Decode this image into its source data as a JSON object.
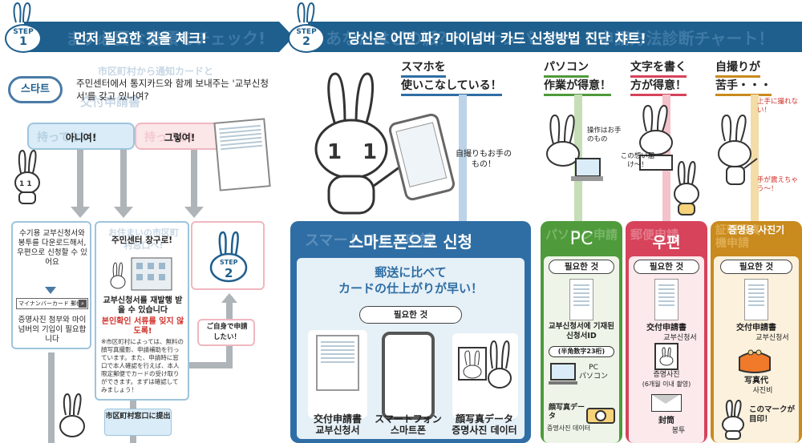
{
  "step1": {
    "badge_step": "STEP",
    "badge_num": "1",
    "ghost_title": "まず必要な書類をチェック!",
    "title": "먼저 필요한 것을 체크!"
  },
  "step2": {
    "badge_step": "STEP",
    "badge_num": "2",
    "ghost_title": "あなたはどの派？マイナンバーカード申請方法診断チャート！",
    "title": "당신은 어떤 파? 마이넘버 카드 신청방법 진단 챠트!"
  },
  "start": {
    "label": "스타트",
    "ghost_q": "市区町村から通知カードと一緒に送られてくる「交付申請書」を持っていますか？",
    "ghost_q_line1": "市区町村から通知カードと",
    "ghost_q_line2": "交付申請書",
    "question": "주민센터에서 통지카드와 함께 보내주는 '교부신청서'를 갖고 있나여?"
  },
  "answers": {
    "no_ghost": "持ってない!",
    "no": "아니여!",
    "yes_ghost": "持ってる!",
    "yes": "그렇여!"
  },
  "card_download": {
    "text": "수기용 교부신청서와 봉투를 다운로드해서, 우편으로 신청할 수 있어요",
    "search_placeholder": "マイナンバーカード 郵便",
    "text2": "증명사진 첨부와 마이넘버의 기입이 필요합니다"
  },
  "card_office": {
    "ghost": "お住まいの市区町村窓口へ!",
    "title": "주민센터 창구로!",
    "text": "교부신청서를 재발행 받을 수 있습니다",
    "warn": "본인확인 서류를 잊지 않도록!",
    "note": "※市区町村によっては、無料の顔写真撮影、申請補助を行っています。また、申請時に窓口で本人確認を行えば、本人限定郵便でカードの受け取りができます。まずは確認してみましょう！"
  },
  "card_step2": {
    "badge_step": "STEP",
    "badge_num": "2"
  },
  "self_apply": {
    "text": "ご自身で申請したい！"
  },
  "office_submit": {
    "text": "市区町村窓口に提出"
  },
  "topics": {
    "smartphone": [
      "スマホを",
      "使いこなしている！"
    ],
    "smartphone_note": "自撮りもお手のもの！",
    "pc": [
      "パソコン",
      "作業が得意！"
    ],
    "pc_note": "操作はお手のもの",
    "mail": [
      "文字を書く",
      "方が得意！"
    ],
    "mail_note": "この想い届け～！",
    "photo": [
      "自撮りが",
      "苦手・・・"
    ],
    "photo_note1": "上手に撮れない！",
    "photo_note2": "手が震えちゃう～！"
  },
  "col_smartphone": {
    "ghost": "スマートフォン申請",
    "title": "스마트폰으로 신청",
    "sub_line1": "郵送に比べて",
    "sub_line2": "カードの仕上がりが早い！",
    "need": "필요한 것",
    "items": [
      {
        "jp": "交付申請書",
        "ko": "교부신청서"
      },
      {
        "jp": "スマートフォン",
        "ko": "스마트폰"
      },
      {
        "jp": "顔写真データ",
        "ko": "증명사진 데이터"
      }
    ]
  },
  "col_pc": {
    "ghost": "パソコン申請",
    "title": "PC",
    "need": "필요한 것",
    "item1": "교부신청서에 기재된 신청서ID",
    "item1_tag": "(半角数字23桁)",
    "item2_jp": "PC",
    "item2_ko": "パソコン",
    "item3_jp": "顔写真データ",
    "item3_ko": "증명사진 데이터"
  },
  "col_mail": {
    "ghost": "郵便申請",
    "title": "우편",
    "need": "필요한 것",
    "item1_jp": "交付申請書",
    "item1_ko": "교부신청서",
    "item2_jp": "증명사진",
    "item2_sub": "(6개월 이내 촬영)",
    "item3_jp": "封筒",
    "item3_ko": "봉투"
  },
  "col_photo": {
    "ghost": "証明写真機申請",
    "title": "증명용 사진기",
    "need": "필요한 것",
    "item1_jp": "交付申請書",
    "item1_ko": "교부신청서",
    "item2_jp": "写真代",
    "item2_ko": "사진비",
    "mark_note": "このマークが目印！"
  },
  "colors": {
    "header": "#1f5f8d",
    "smartphone": "#2f6ea4",
    "pc": "#4f9a3b",
    "mail": "#d6435a",
    "photo": "#c98a1e"
  }
}
